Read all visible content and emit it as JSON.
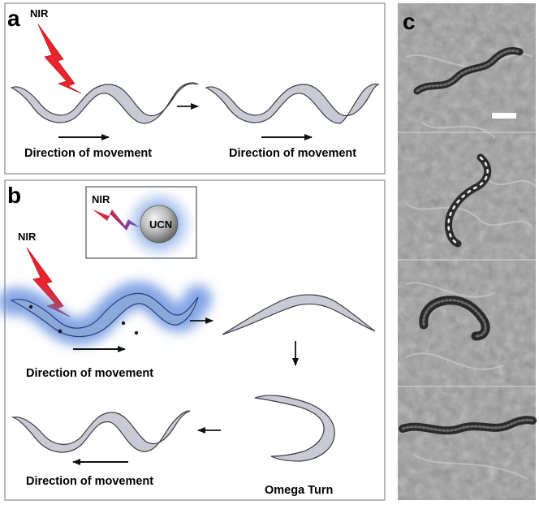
{
  "panels": {
    "a": {
      "letter": "a",
      "nir_label": "NIR",
      "captions": [
        "Direction of movement",
        "Direction of movement"
      ]
    },
    "b": {
      "letter": "b",
      "nir_label": "NIR",
      "inset": {
        "nir_label": "NIR",
        "particle_label": "UCN"
      },
      "captions": {
        "first": "Direction of movement",
        "omega": "Omega Turn",
        "last": "Direction of movement"
      }
    },
    "c": {
      "letter": "c"
    }
  },
  "colors": {
    "worm_fill": "#c9cad4",
    "worm_stroke": "#3a3a45",
    "bolt": "#e8242c",
    "glow": "#5a86d6",
    "panel_border": "#8a8a8a",
    "micrograph_bg": "#9c9c9c"
  }
}
